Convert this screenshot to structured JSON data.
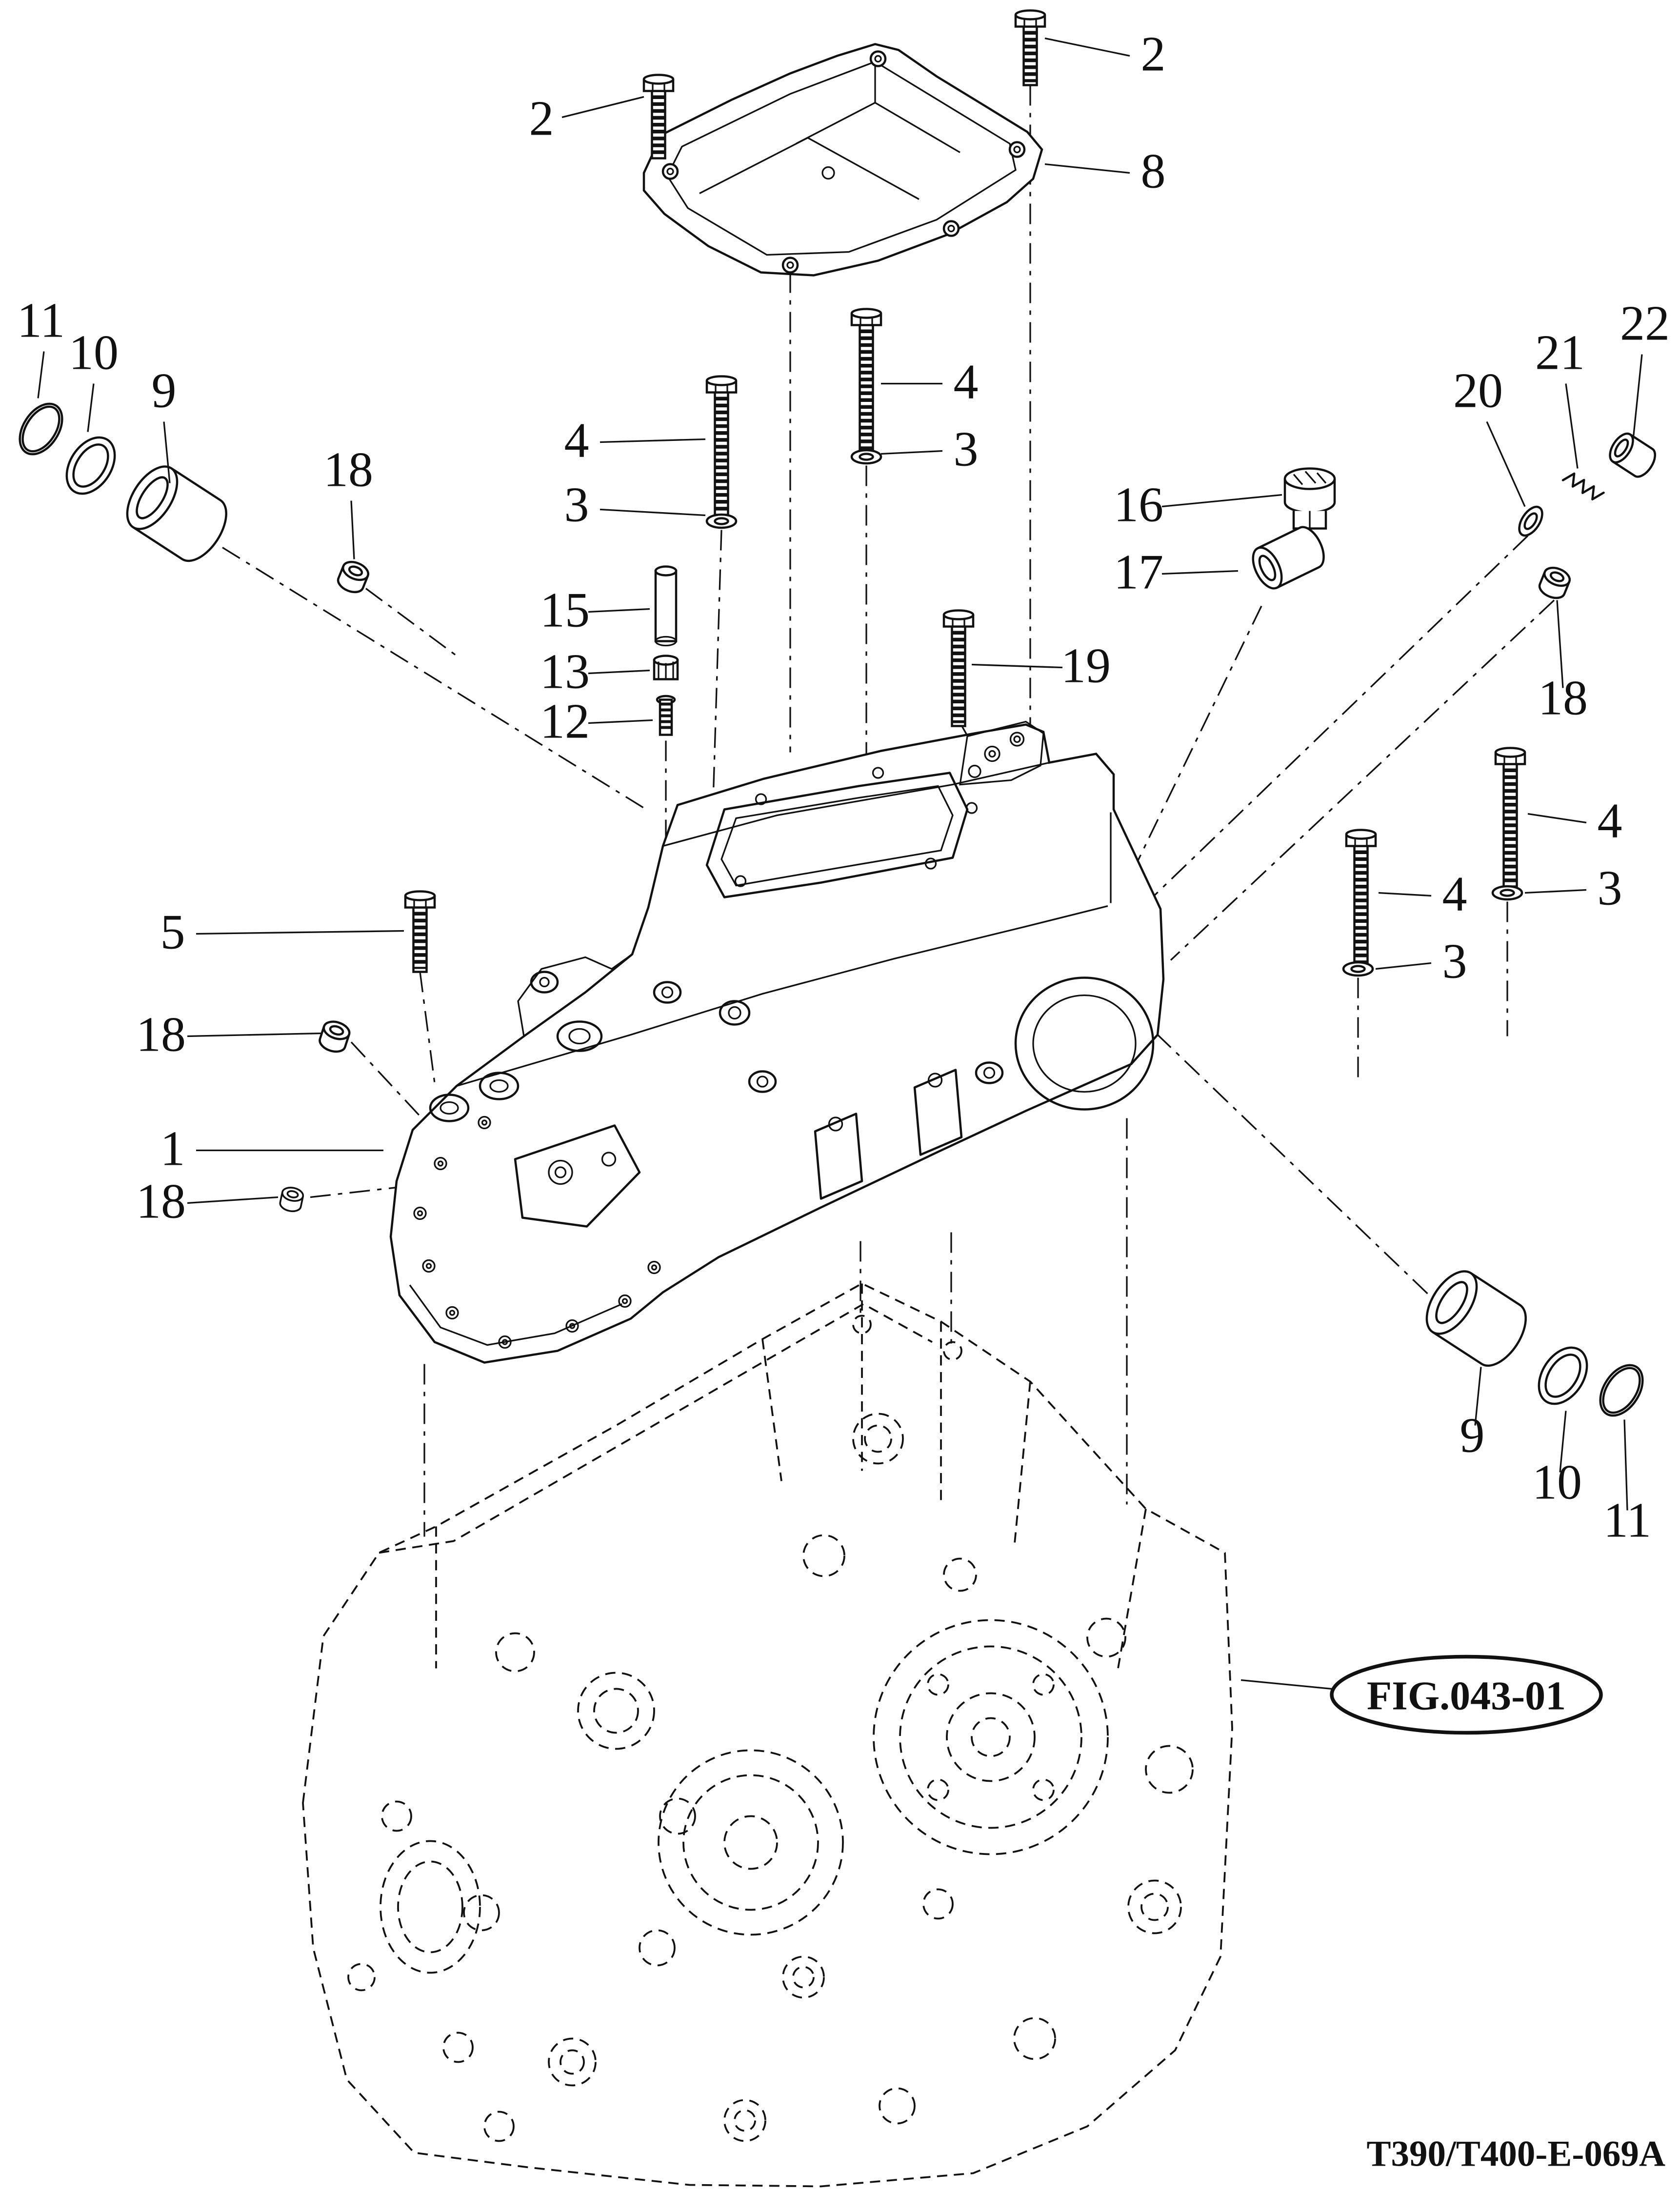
{
  "diagram": {
    "figure_ref": "FIG.043-01",
    "drawing_code": "T390/T400-E-069A",
    "callouts": [
      {
        "label": "2"
      },
      {
        "label": "2"
      },
      {
        "label": "8"
      },
      {
        "label": "11"
      },
      {
        "label": "10"
      },
      {
        "label": "9"
      },
      {
        "label": "18"
      },
      {
        "label": "4"
      },
      {
        "label": "3"
      },
      {
        "label": "4"
      },
      {
        "label": "3"
      },
      {
        "label": "15"
      },
      {
        "label": "13"
      },
      {
        "label": "12"
      },
      {
        "label": "16"
      },
      {
        "label": "17"
      },
      {
        "label": "19"
      },
      {
        "label": "20"
      },
      {
        "label": "21"
      },
      {
        "label": "22"
      },
      {
        "label": "18"
      },
      {
        "label": "4"
      },
      {
        "label": "3"
      },
      {
        "label": "4"
      },
      {
        "label": "3"
      },
      {
        "label": "5"
      },
      {
        "label": "18"
      },
      {
        "label": "1"
      },
      {
        "label": "18"
      },
      {
        "label": "9"
      },
      {
        "label": "10"
      },
      {
        "label": "11"
      }
    ]
  }
}
